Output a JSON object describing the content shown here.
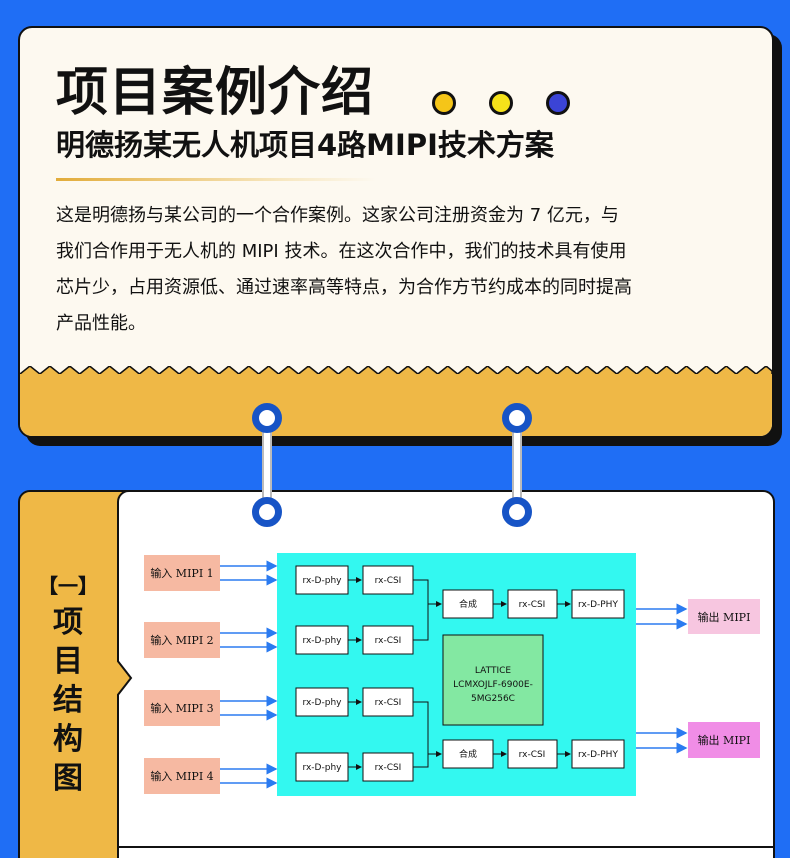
{
  "header": {
    "title": "项目案例介绍",
    "subtitle": "明德扬某无人机项目4路MIPI技术方案",
    "description_lines": [
      "这是明德扬与某公司的一个合作案例。这家公司注册资金为 7 亿元，与",
      "我们合作用于无人机的 MIPI 技术。在这次合作中，我们的技术具有使用",
      "芯片少，占用资源低、通过速率高等特点，为合作方节约成本的同时提高",
      "产品性能。"
    ],
    "dots": [
      "#f5c518",
      "#f5e21a",
      "#3b44d6"
    ]
  },
  "section": {
    "bracket": "【一】",
    "chars": [
      "项",
      "目",
      "结",
      "构",
      "图"
    ]
  },
  "diagram": {
    "inputs": [
      "输入 MIPI 1",
      "输入 MIPI 2",
      "输入 MIPI 3",
      "输入 MIPI 4"
    ],
    "outputs": [
      "输出 MIPI",
      "输出 MIPI"
    ],
    "rx_dphy": "rx-D-phy",
    "rx_csi": "rx-CSI",
    "merge": "合成",
    "tx_dphy": "rx-D-PHY",
    "fpga_lines": [
      "LATTICE",
      "LCMXOJLF-6900E-",
      "5MG256C"
    ],
    "colors": {
      "input_box": "#f6b9a2",
      "output_box_1": "#f7c6e0",
      "output_box_2": "#f08de6",
      "fpga_area": "#33f8f0",
      "chip": "#83e8a2",
      "arrow": "#2b7bf0",
      "gold": "#efb846",
      "blue": "#1f6ef5"
    }
  }
}
